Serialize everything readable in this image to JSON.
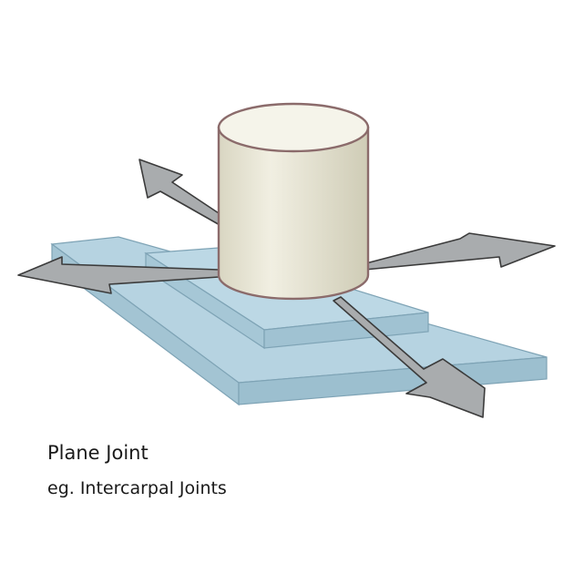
{
  "diagram": {
    "title": "Plane Joint",
    "subtitle": "eg. Intercarpal Joints",
    "colors": {
      "background": "#ffffff",
      "plate_top": "#b6d3e1",
      "plate_side": "#9cbfcf",
      "plate_edge": "#7ea3b5",
      "cylinder_body": "#e6e3d2",
      "cylinder_top": "#f5f4ea",
      "cylinder_outline": "#8b6b6b",
      "arrow_fill": "#a9acae",
      "arrow_outline": "#3b3b3b",
      "text": "#1a1a1a"
    },
    "icons": [
      "cylinder-shape",
      "double-arrow-icon"
    ]
  }
}
